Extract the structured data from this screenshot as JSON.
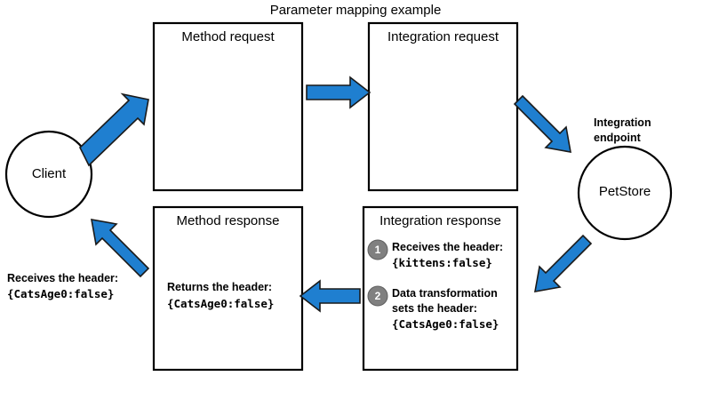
{
  "diagram": {
    "title": "Parameter mapping example",
    "type": "flow-diagram",
    "accent_color": "#1F7FD0",
    "arrow_outline_color": "#1a1a1a",
    "box_border_color": "#000000",
    "badge_color": "#808080",
    "background": "#ffffff"
  },
  "nodes": {
    "client": {
      "label": "Client",
      "shape": "circle"
    },
    "method_request": {
      "title": "Method request",
      "shape": "rectangle"
    },
    "integration_request": {
      "title": "Integration request",
      "shape": "rectangle"
    },
    "integration_endpoint": {
      "caption_line1": "Integration",
      "caption_line2": "endpoint",
      "label": "PetStore",
      "shape": "circle"
    },
    "integration_response": {
      "title": "Integration response",
      "shape": "rectangle",
      "steps": [
        {
          "number": "1",
          "text_lines": [
            "Receives the header:"
          ],
          "code_lines": [
            "{kittens:false}"
          ]
        },
        {
          "number": "2",
          "text_lines": [
            "Data transformation",
            "sets the header:"
          ],
          "code_lines": [
            "{CatsAge0:false}"
          ]
        }
      ]
    },
    "method_response": {
      "title": "Method response",
      "shape": "rectangle",
      "text_lines": [
        "Returns the header:"
      ],
      "code_lines": [
        "{CatsAge0:false}"
      ]
    },
    "client_receives": {
      "text_lines": [
        "Receives the header:"
      ],
      "code_lines": [
        "{CatsAge0:false}"
      ]
    }
  },
  "arrows": [
    {
      "name": "client-to-method-request",
      "direction": "up-right"
    },
    {
      "name": "method-request-to-integration-request",
      "direction": "right"
    },
    {
      "name": "integration-request-to-endpoint",
      "direction": "down-right"
    },
    {
      "name": "endpoint-to-integration-response",
      "direction": "down-left"
    },
    {
      "name": "integration-response-to-method-response",
      "direction": "left"
    },
    {
      "name": "method-response-to-client",
      "direction": "up-left"
    }
  ]
}
